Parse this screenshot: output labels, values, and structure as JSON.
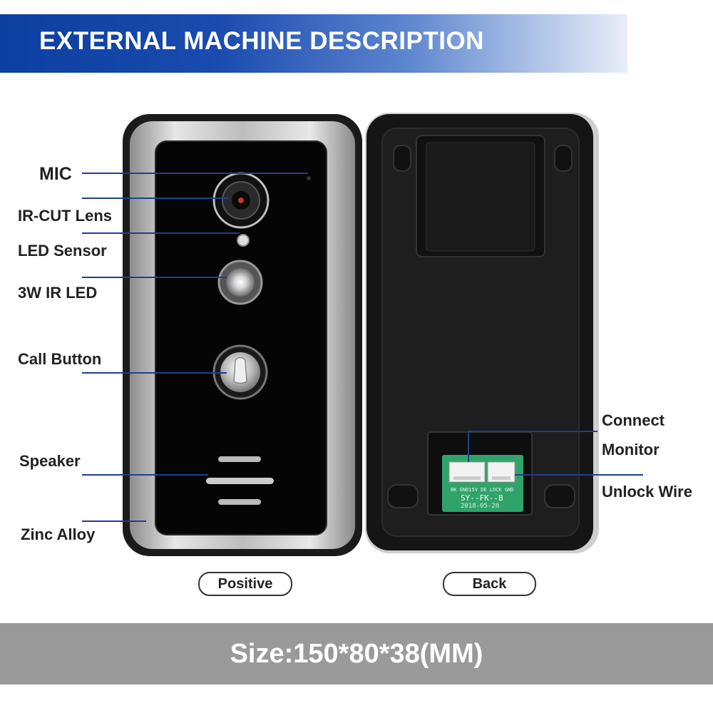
{
  "banner": {
    "title": "EXTERNAL MACHINE DESCRIPTION"
  },
  "labels": {
    "mic": "MIC",
    "ir_cut_lens": "IR-CUT Lens",
    "led_sensor": "LED Sensor",
    "ir_led": "3W IR LED",
    "call_button": "Call Button",
    "speaker": "Speaker",
    "zinc_alloy": "Zinc Alloy",
    "connect": "Connect",
    "monitor": "Monitor",
    "unlock_wire": "Unlock Wire"
  },
  "pcb": {
    "model": "SY--FK--B",
    "date": "2018-05-28",
    "silk": "BK GND15V DE LOCK GND"
  },
  "views": {
    "front": "Positive",
    "back": "Back"
  },
  "footer": {
    "size": "Size:150*80*38(MM)"
  },
  "colors": {
    "banner": "#0c3fa0",
    "leader_line": "#1f3f8f",
    "footer": "#9a9a9a"
  }
}
